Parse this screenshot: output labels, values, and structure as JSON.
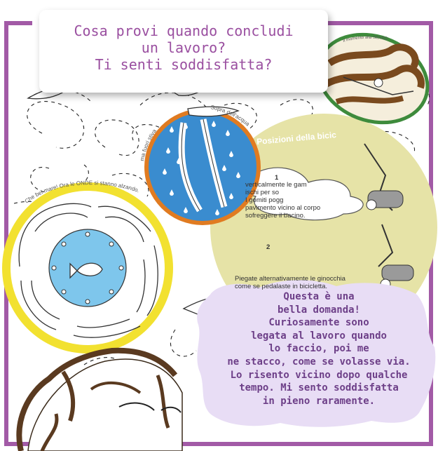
{
  "question": {
    "lines": [
      "Cosa provi quando concludi",
      "un lavoro?",
      "Ti senti soddisfatta?"
    ]
  },
  "answer": {
    "lines": [
      "Questa è una",
      "bella domanda!",
      "Curiosamente sono",
      "legata al lavoro quando",
      "lo faccio, poi me",
      "ne stacco, come se volasse via.",
      "Lo risento vicino dopo qualche",
      "tempo. Mi sento soddisfatta",
      "in pieno raramente."
    ]
  },
  "background": {
    "bike_title": "Posizioni della bicic",
    "bike_step1_num": "1",
    "bike_step1_lines": [
      "verticalmente le gam",
      "ischi per so",
      "I gomiti pogg",
      "pavimento vicino al corpo",
      "sofreggere il bacino."
    ],
    "bike_step2_num": "2",
    "bike_step2_lines": [
      "Piegate alternativamente le ginocchia",
      "come se pedalaste in bicicletta."
    ],
    "mandala_caption": "Che bel mare! Ora le ONDE si stanno alzando.",
    "water_caption_left": "ma fuori stiva",
    "water_caption_right": "Sopra dell'acqua",
    "sky_caption": "Il momento alla SENSO"
  },
  "colors": {
    "frame": "#a25aa6",
    "question_text": "#9a4fa0",
    "bubble": "#e8ddf5",
    "answer_text": "#6d3f88",
    "bike_circle": "#e6e3a7",
    "mandala_ring": "#f2e130",
    "pool": "#7ec6ec",
    "water_circle": "#3a8ccf",
    "water_border": "#e07b21",
    "sky_border": "#3e8b3c"
  }
}
